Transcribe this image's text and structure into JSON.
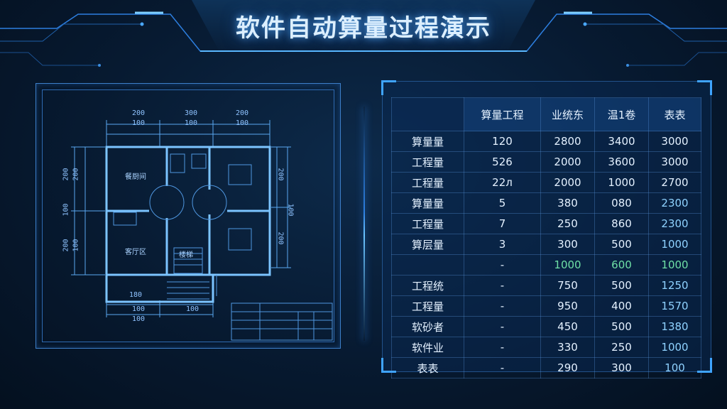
{
  "header": {
    "title": "软件自动算量过程演示"
  },
  "plan": {
    "dims_top": [
      "200",
      "300",
      "200"
    ],
    "dims_top_inner": [
      "100",
      "100",
      "100"
    ],
    "dims_left": [
      "200",
      "200",
      "100",
      "200",
      "100"
    ],
    "dims_right": [
      "200",
      "200",
      "100"
    ],
    "dims_bottom": [
      "100",
      "100",
      "100"
    ],
    "dim_door": "180",
    "rooms": [
      "餐厨间",
      "客厅区"
    ],
    "stair_label": "楼梯"
  },
  "table": {
    "headers": [
      "",
      "算量工程",
      "业统东",
      "温1卷",
      "表表"
    ],
    "rows": [
      {
        "label": "算量量",
        "values": [
          "120",
          "2800",
          "3400",
          "3000"
        ],
        "last_color": ""
      },
      {
        "label": "工程量",
        "values": [
          "526",
          "2000",
          "3600",
          "3000"
        ],
        "last_color": ""
      },
      {
        "label": "工程量",
        "values": [
          "22л",
          "2000",
          "1000",
          "2700"
        ],
        "last_color": ""
      },
      {
        "label": "算量量",
        "values": [
          "5",
          "380",
          "080",
          "2300"
        ],
        "last_color": "cyan"
      },
      {
        "label": "工程量",
        "values": [
          "7",
          "250",
          "860",
          "2300"
        ],
        "last_color": "cyan"
      },
      {
        "label": "算层量",
        "values": [
          "3",
          "300",
          "500",
          "1000"
        ],
        "last_color": "cyan"
      },
      {
        "label": "",
        "values": [
          "-",
          "1000",
          "600",
          "1000"
        ],
        "last_color": "green"
      },
      {
        "label": "工程统",
        "values": [
          "-",
          "750",
          "500",
          "1250"
        ],
        "last_color": "cyan"
      },
      {
        "label": "工程量",
        "values": [
          "-",
          "950",
          "400",
          "1570"
        ],
        "last_color": "cyan"
      },
      {
        "label": "软砂者",
        "values": [
          "-",
          "450",
          "500",
          "1380"
        ],
        "last_color": "cyan"
      },
      {
        "label": "软件业",
        "values": [
          "-",
          "330",
          "250",
          "1000"
        ],
        "last_color": "cyan"
      },
      {
        "label": "表表",
        "values": [
          "-",
          "290",
          "300",
          "100"
        ],
        "last_color": "cyan"
      }
    ]
  },
  "colors": {
    "accent": "#3fa4ff",
    "glow": "#6ac3ff",
    "background": "#071a31",
    "green": "#6fe0a6"
  }
}
